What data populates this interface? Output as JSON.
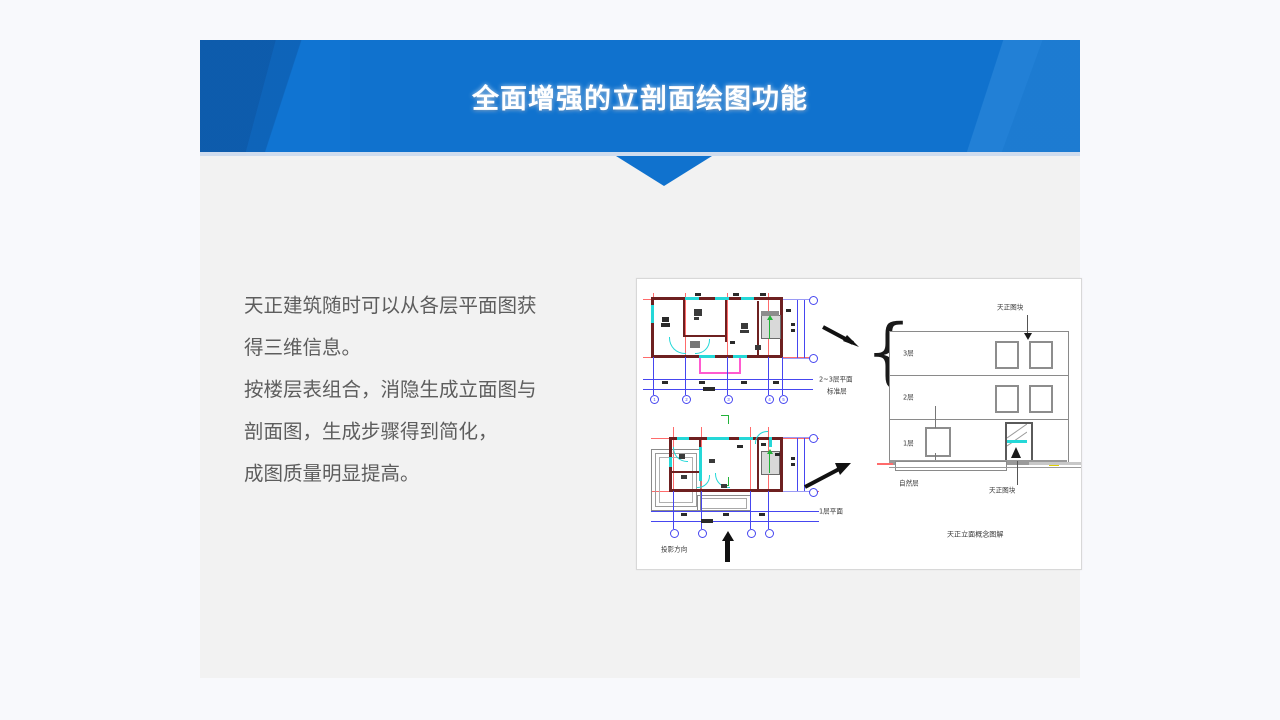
{
  "slide": {
    "title": "全面增强的立剖面绘图功能",
    "body_text": "天正建筑随时可以从各层平面图获\n得三维信息。\n按楼层表组合，消隐生成立面图与\n剖面图，生成步骤得到简化，\n成图质量明显提高。",
    "colors": {
      "banner_blue": "#1072ce",
      "banner_dark_blue": "#0f62b5",
      "slide_bg": "#f2f2f2",
      "page_bg": "#f8f9fc",
      "body_text": "#5d5d5d",
      "title_text": "#ffffff"
    }
  },
  "figure": {
    "caption": "天正立面概念图解",
    "plans": {
      "upper_label_line1": "2~3层平面",
      "upper_label_line2": "标准层",
      "lower_label": "1层平面",
      "projection_label": "投影方向",
      "axis_marks": [
        "1",
        "2",
        "3",
        "4",
        "5"
      ]
    },
    "elevation": {
      "block_label_top": "天正图块",
      "block_label_bottom": "天正图块",
      "floors": [
        "3层",
        "2层",
        "1层"
      ],
      "ground_label": "自然层"
    },
    "cad_colors": {
      "wall": "#6e2020",
      "axis_line": "#4646f0",
      "grid_red": "#ff6b6b",
      "window_cyan": "#25d8d8",
      "balcony_pink": "#ff5ad0",
      "stair_green": "#23b33a",
      "terrace_gray": "#8a8a8a",
      "frame_border": "#d8d8d8"
    }
  }
}
